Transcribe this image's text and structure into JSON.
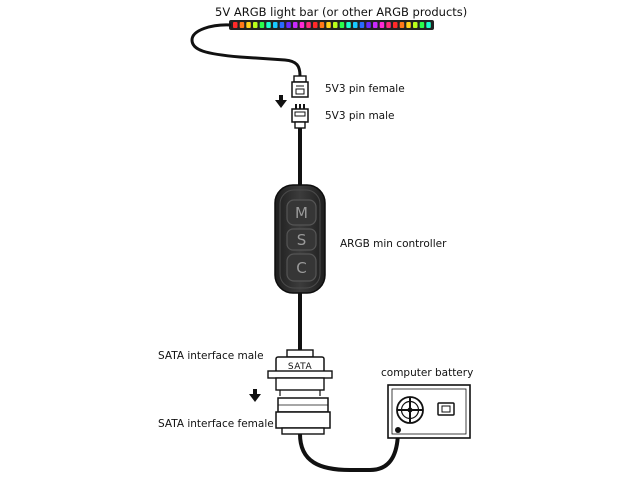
{
  "labels": {
    "light_bar": "5V ARGB light bar (or other ARGB products)",
    "pin_female": "5V3 pin female",
    "pin_male": "5V3 pin male",
    "controller": "ARGB min controller",
    "sata_male": "SATA interface male",
    "sata_female": "SATA interface female",
    "battery": "computer battery"
  },
  "controller_buttons": [
    "M",
    "S",
    "C"
  ],
  "sata_plug_text": "SATA",
  "led_colors": [
    "#ff2a2a",
    "#ff7a1a",
    "#ffd21a",
    "#b8ff1a",
    "#2aff4a",
    "#1affc8",
    "#1ac8ff",
    "#2a6bff",
    "#6a2aff",
    "#c82aff",
    "#ff2ad2",
    "#ff2a7a"
  ],
  "colors": {
    "cable": "#111111",
    "controller_body": "#2e2e2e",
    "button_face": "#3a3a3a"
  }
}
